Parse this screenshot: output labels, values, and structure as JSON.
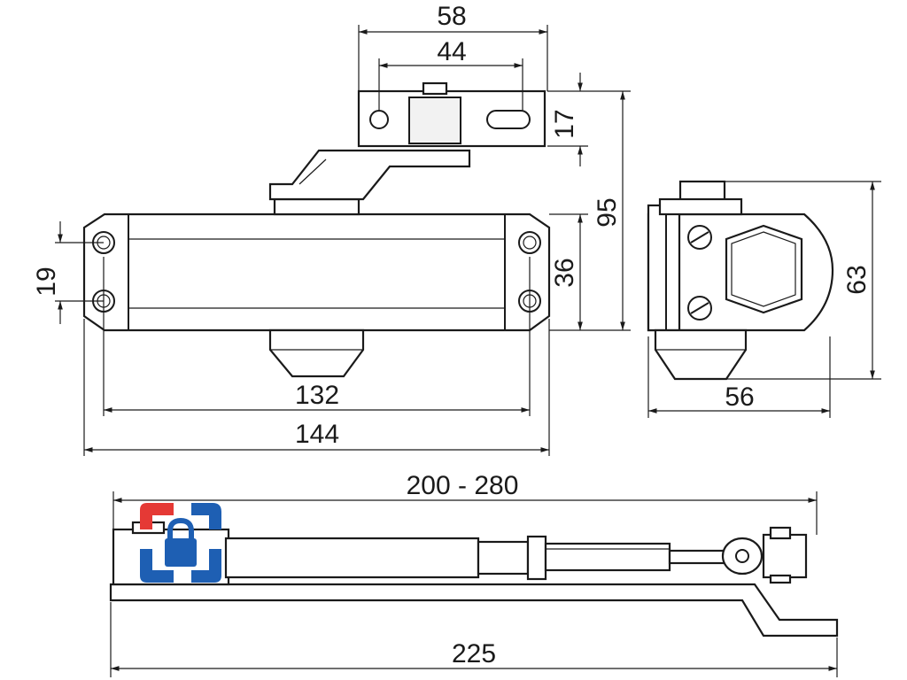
{
  "dimensions": {
    "d58": "58",
    "d44": "44",
    "d17": "17",
    "d95": "95",
    "d19": "19",
    "d36": "36",
    "d132": "132",
    "d144": "144",
    "d63": "63",
    "d56": "56",
    "d200_280": "200 - 280",
    "d225": "225"
  },
  "colors": {
    "logo_red": "#e53935",
    "logo_blue": "#1e5fb3"
  }
}
